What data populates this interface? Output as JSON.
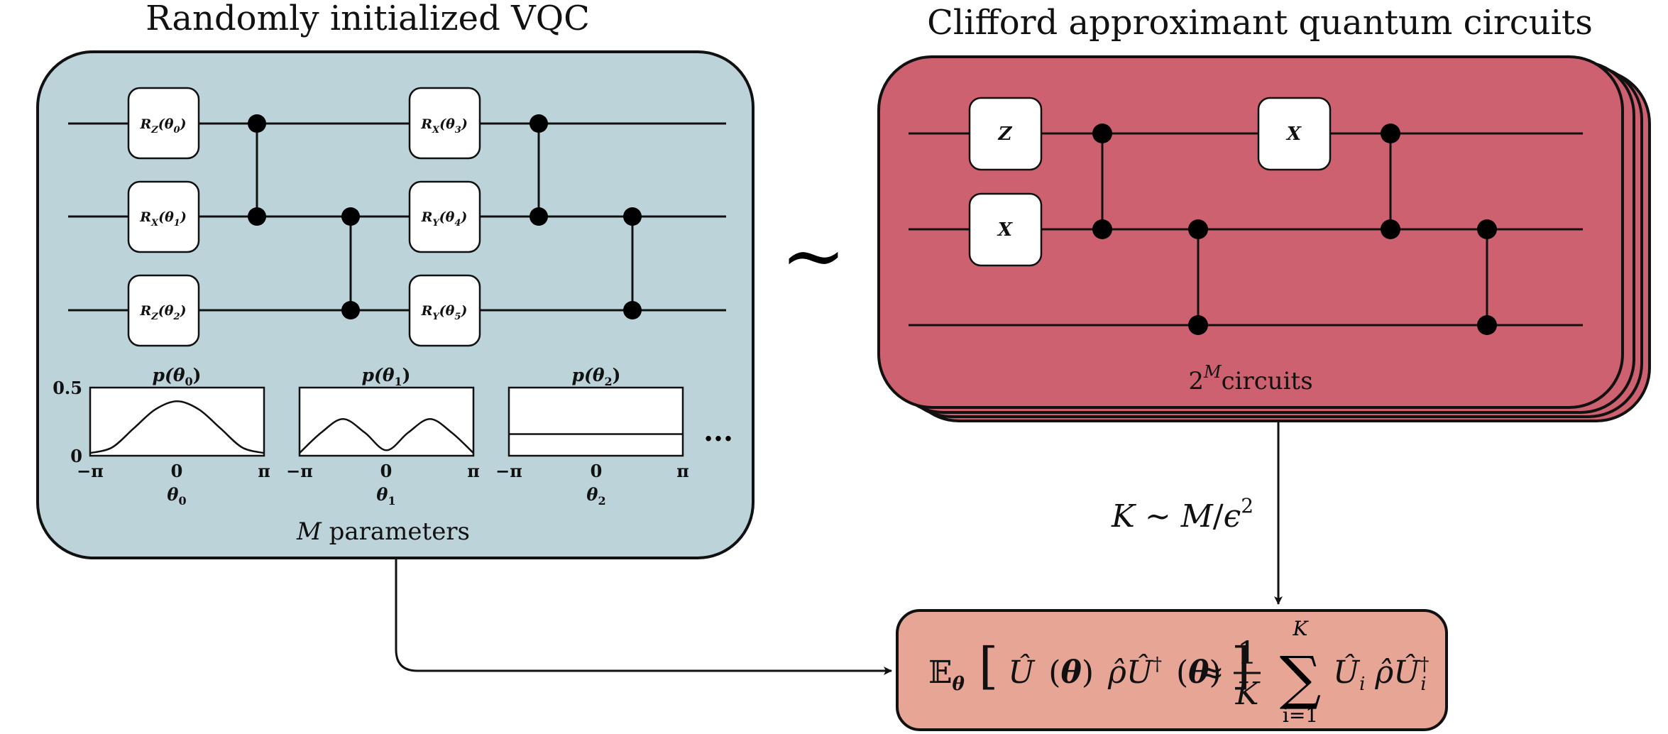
{
  "left_panel": {
    "title": "Randomly initialized VQC",
    "gates": {
      "g0": {
        "op": "R",
        "sub": "Z",
        "arg": "θ",
        "idx": "0"
      },
      "g1": {
        "op": "R",
        "sub": "X",
        "arg": "θ",
        "idx": "1"
      },
      "g2": {
        "op": "R",
        "sub": "Z",
        "arg": "θ",
        "idx": "2"
      },
      "g3": {
        "op": "R",
        "sub": "X",
        "arg": "θ",
        "idx": "3"
      },
      "g4": {
        "op": "R",
        "sub": "Y",
        "arg": "θ",
        "idx": "4"
      },
      "g5": {
        "op": "R",
        "sub": "Y",
        "arg": "θ",
        "idx": "5"
      }
    },
    "plots": [
      {
        "title": "p(θ0)",
        "title_sym": "p(θ",
        "title_idx": "0",
        "xlabel_sym": "θ",
        "xlabel_idx": "0"
      },
      {
        "title": "p(θ1)",
        "title_sym": "p(θ",
        "title_idx": "1",
        "xlabel_sym": "θ",
        "xlabel_idx": "1"
      },
      {
        "title": "p(θ2)",
        "title_sym": "p(θ",
        "title_idx": "2",
        "xlabel_sym": "θ",
        "xlabel_idx": "2"
      }
    ],
    "x_ticks": [
      "−π",
      "0",
      "π"
    ],
    "y_ticks": [
      "0.5",
      "0"
    ],
    "ellipsis": "···",
    "parameters_label": {
      "var": "M",
      "text": " parameters"
    },
    "colors": {
      "panel_fill": "#bcd3da"
    }
  },
  "approx_symbol": "∼",
  "right_panel": {
    "title": "Clifford approximant quantum circuits",
    "gates": {
      "z": "Z",
      "x1": "X",
      "x2": "X"
    },
    "circuits_label": {
      "base": "2",
      "exp": "M",
      "text": "circuits"
    },
    "colors": {
      "panel_fill": "#cd616f"
    }
  },
  "arrow_label": {
    "k": "K",
    "sim": " ∼ ",
    "m": "M",
    "slash": "/",
    "eps": "ϵ",
    "exp": "2"
  },
  "result_box": {
    "lhs_E": "𝔼",
    "lhs_sub": "θ",
    "U": "Û",
    "theta": "θ",
    "rho": "ρ̂",
    "dagger": "†",
    "approx": "≈",
    "frac_num": "1",
    "frac_den": "K",
    "sum": "∑",
    "sum_top": "K",
    "sum_bottom": "i=1",
    "rhs_U": "Û",
    "rhs_i": "i",
    "colors": {
      "fill": "#e7a596"
    }
  },
  "chart_data": [
    {
      "type": "line",
      "title": "p(θ0)",
      "xlabel": "θ0",
      "ylabel": "",
      "x_ticks": [
        "−π",
        "0",
        "π"
      ],
      "xlim": [
        -3.1416,
        3.1416
      ],
      "ylim": [
        0,
        0.5
      ],
      "series": [
        {
          "x": [
            -3.1416,
            -2.356,
            -1.571,
            -0.785,
            0,
            0.785,
            1.571,
            2.356,
            3.1416
          ],
          "y": [
            0.02,
            0.06,
            0.2,
            0.34,
            0.4,
            0.34,
            0.2,
            0.06,
            0.02
          ]
        }
      ]
    },
    {
      "type": "line",
      "title": "p(θ1)",
      "xlabel": "θ1",
      "ylabel": "",
      "x_ticks": [
        "−π",
        "0",
        "π"
      ],
      "xlim": [
        -3.1416,
        3.1416
      ],
      "ylim": [
        0,
        0.5
      ],
      "series": [
        {
          "x": [
            -3.1416,
            -2.356,
            -1.571,
            -0.785,
            0,
            0.785,
            1.571,
            2.356,
            3.1416
          ],
          "y": [
            0.02,
            0.17,
            0.27,
            0.17,
            0.04,
            0.17,
            0.27,
            0.17,
            0.02
          ]
        }
      ]
    },
    {
      "type": "line",
      "title": "p(θ2)",
      "xlabel": "θ2",
      "ylabel": "",
      "x_ticks": [
        "−π",
        "0",
        "π"
      ],
      "xlim": [
        -3.1416,
        3.1416
      ],
      "ylim": [
        0,
        0.5
      ],
      "series": [
        {
          "x": [
            -3.1416,
            3.1416
          ],
          "y": [
            0.159,
            0.159
          ]
        }
      ]
    }
  ]
}
